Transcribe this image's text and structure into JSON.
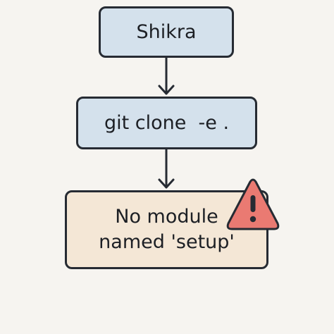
{
  "diagram": {
    "nodes": [
      {
        "label": "Shikra"
      },
      {
        "label": "git clone  -e ."
      },
      {
        "label_lines": [
          "No module",
          "named 'setup'"
        ]
      }
    ],
    "warning_icon": "warning-triangle-icon",
    "colors": {
      "background": "#f6f4f0",
      "node_fill_blue": "#d4e1ec",
      "node_fill_error": "#f4e7d6",
      "stroke": "#262b33",
      "warning_fill": "#ea7a72"
    }
  }
}
